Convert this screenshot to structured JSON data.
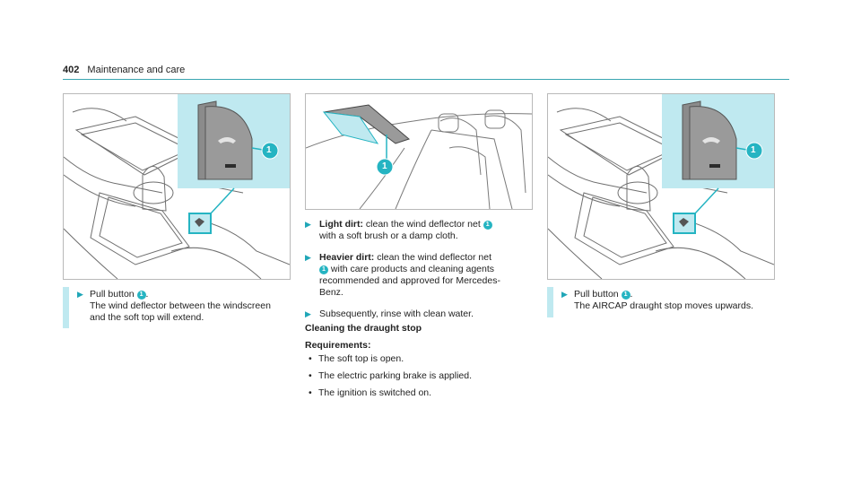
{
  "header": {
    "page_number": "402",
    "section": "Maintenance and care"
  },
  "figures": {
    "left": {
      "callout": "1"
    },
    "middle": {
      "callout": "1"
    },
    "right": {
      "callout": "1"
    }
  },
  "col1": {
    "step_prefix": "Pull button",
    "step_num": "1",
    "step_suffix": ".",
    "step_line2": "The wind deflector between the windscreen",
    "step_line3": "and the soft top will extend."
  },
  "col2": {
    "light_label": "Light dirt:",
    "light_text1": " clean the wind deflector net ",
    "light_num": "1",
    "light_text2": "with a soft brush or a damp cloth.",
    "heavy_label": "Heavier dirt:",
    "heavy_text1": " clean the wind deflector net",
    "heavy_num": "1",
    "heavy_text2": " with care products and cleaning agents",
    "heavy_text3": "recommended and approved for Mercedes-",
    "heavy_text4": "Benz.",
    "rinse": "Subsequently, rinse with clean water.",
    "section_title": "Cleaning the draught stop",
    "req_title": "Requirements:",
    "requirements": [
      "The soft top is open.",
      "The electric parking brake is applied.",
      "The ignition is switched on."
    ]
  },
  "col3": {
    "step_prefix": "Pull button",
    "step_num": "1",
    "step_suffix": ".",
    "step_line2": "The AIRCAP draught stop moves upwards."
  },
  "colors": {
    "accent": "#25b4c2",
    "highlight": "#bfe9f0",
    "rule": "#3aa6b1"
  }
}
